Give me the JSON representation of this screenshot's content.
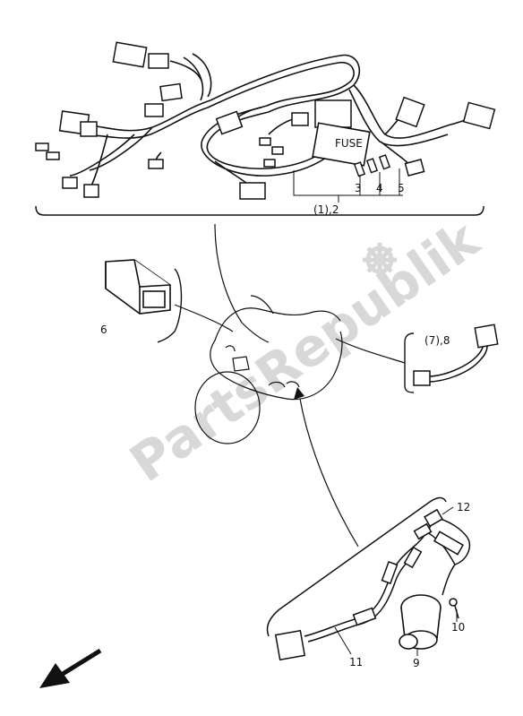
{
  "watermark": "PartsRepublik",
  "callouts": {
    "harness_group": "(1),2",
    "fuse_3": "3",
    "fuse_4": "4",
    "fuse_5": "5",
    "relay": "6",
    "lead_group": "(7),8",
    "switch": "9",
    "screw": "10",
    "sub_harness": "11",
    "clamp": "12",
    "fuse_box_label": "FUSE"
  },
  "colors": {
    "ink": "#111111",
    "watermark": "#d8d8d8"
  },
  "icons": {
    "watermark_logo": "gear-icon",
    "direction": "arrow-down-left-icon"
  }
}
